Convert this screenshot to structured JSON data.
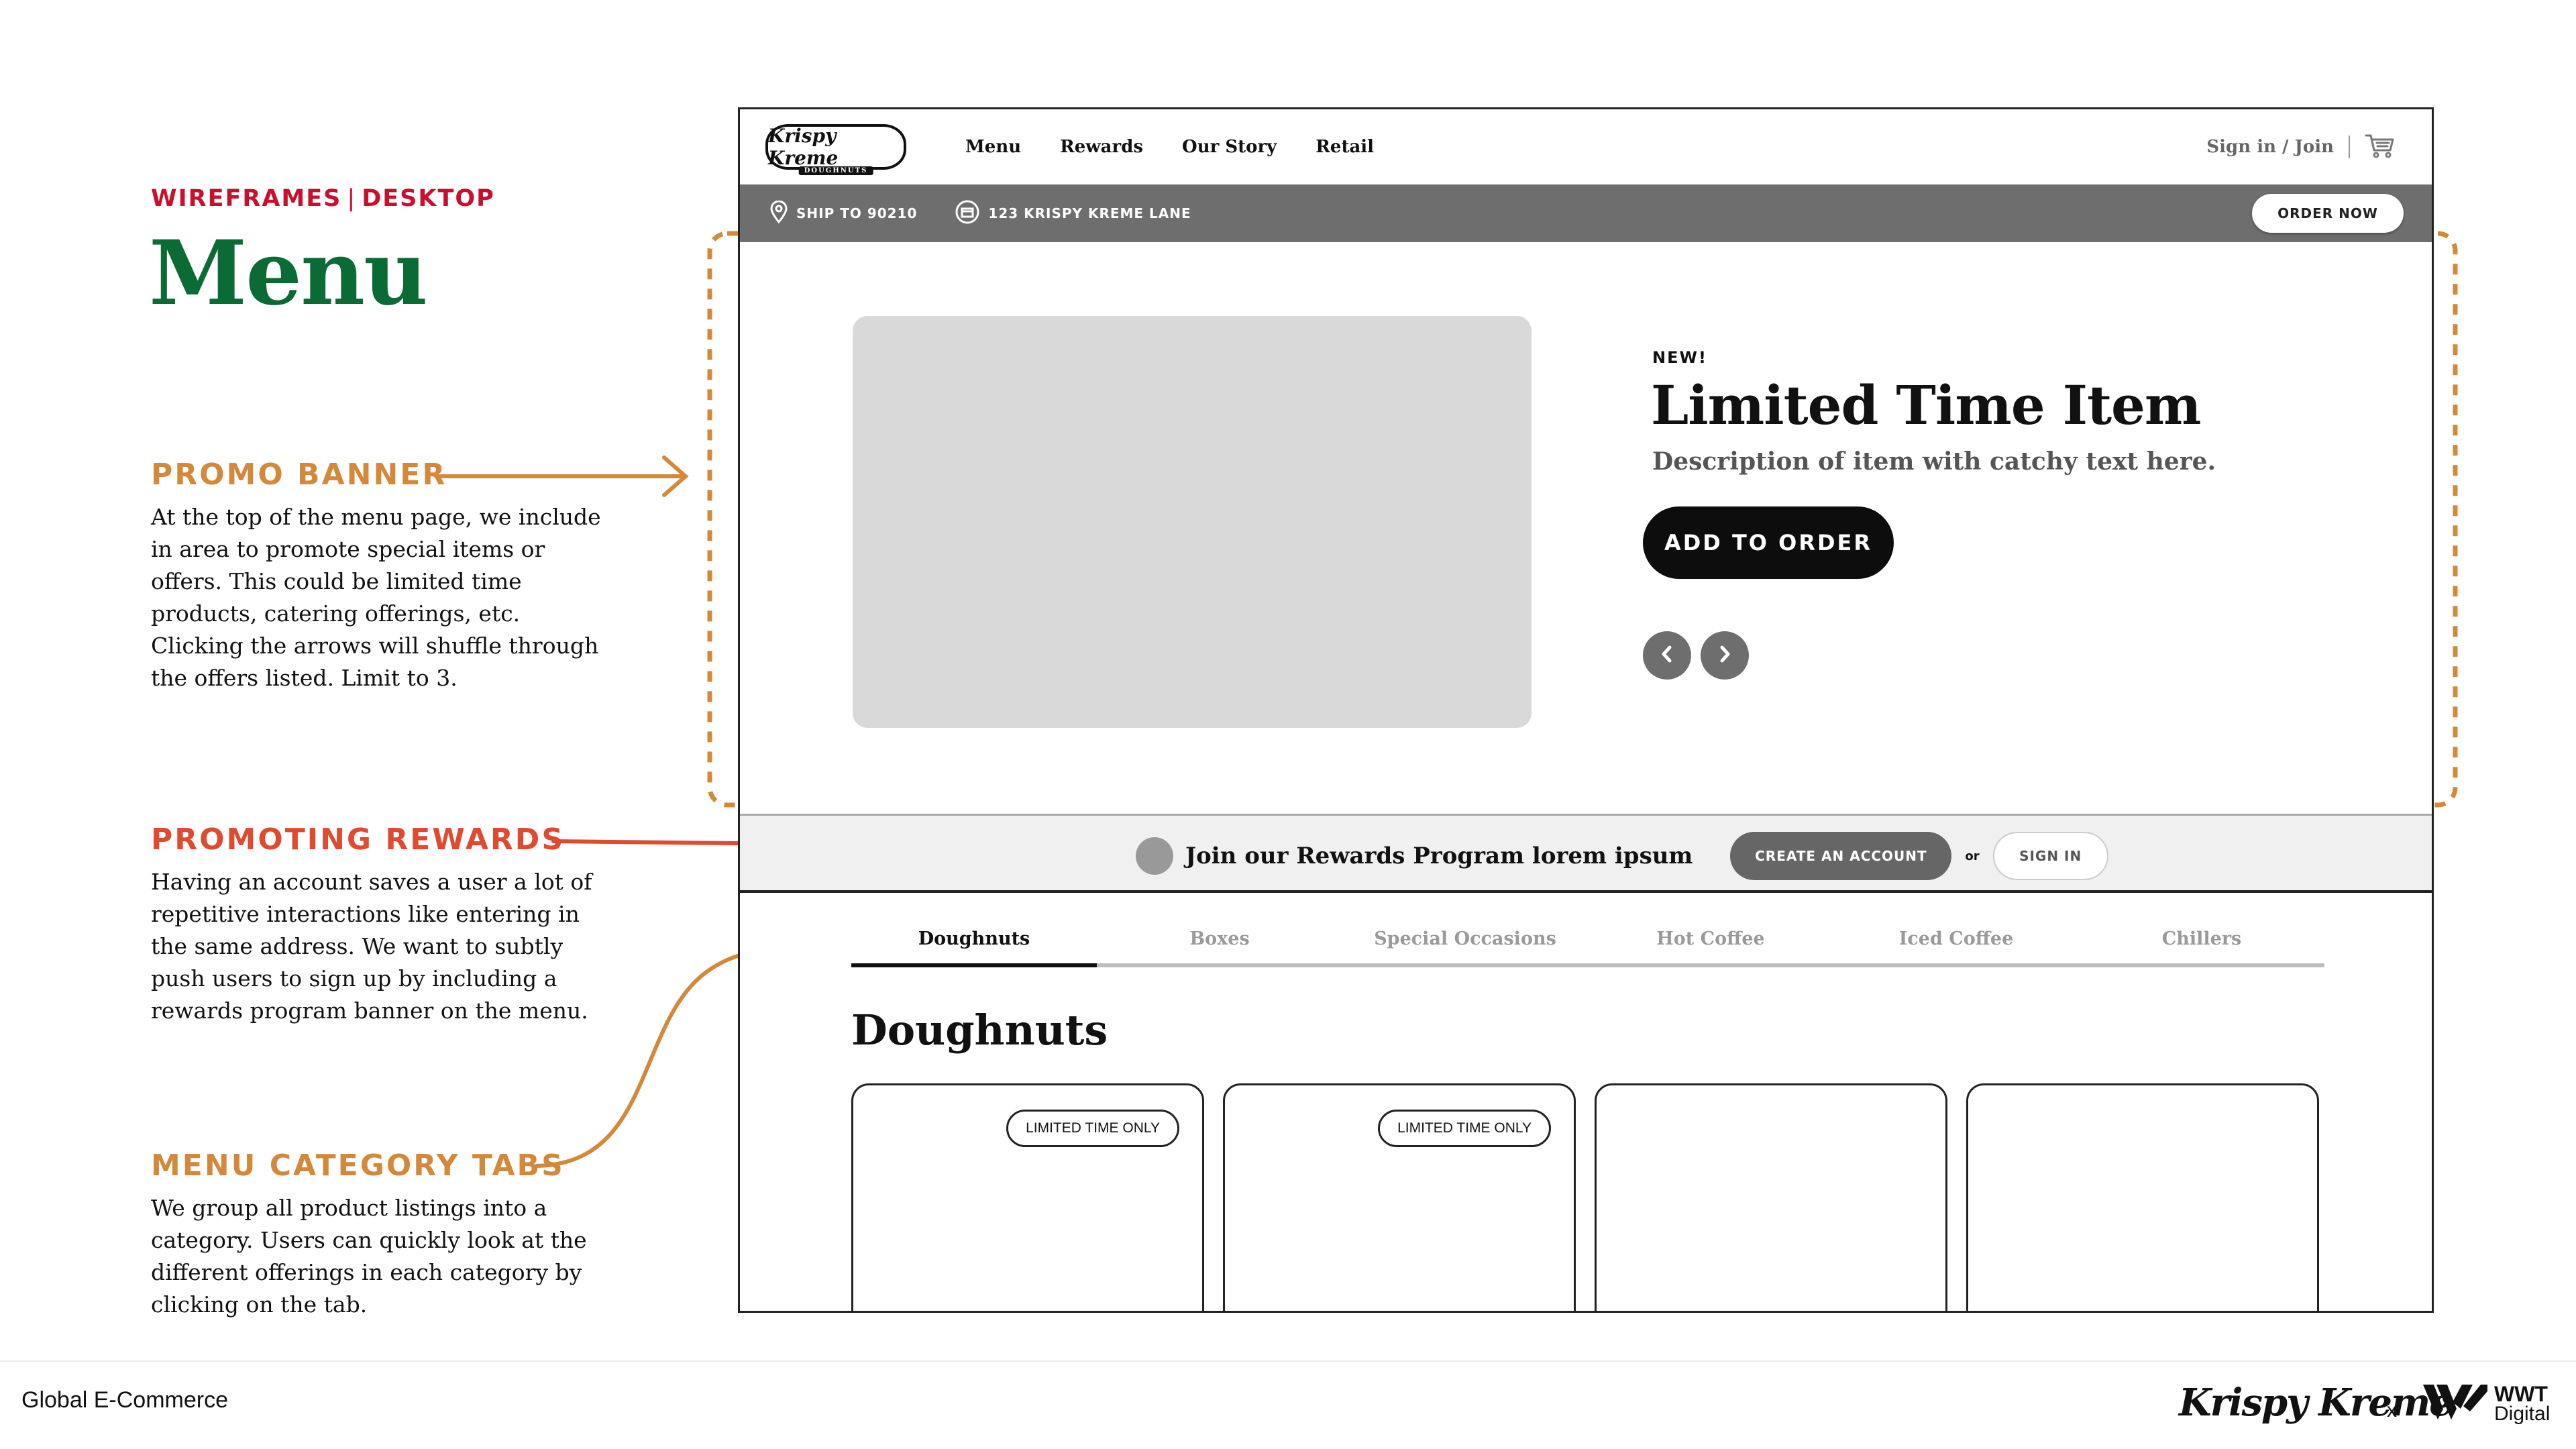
{
  "header": {
    "eyebrow_left": "WIREFRAMES",
    "eyebrow_sep": "|",
    "eyebrow_right": "DESKTOP",
    "title": "Menu"
  },
  "annotations": [
    {
      "title": "PROMO BANNER",
      "body": "At the top of the menu page, we include in area to promote special items or offers. This could be limited time products, catering offerings, etc. Clicking the arrows will shuffle through the offers listed. Limit to 3."
    },
    {
      "title": "PROMOTING REWARDS",
      "body": "Having an account saves a user a lot of repetitive interactions like entering in the same address. We want to subtly push users to sign up by including a rewards program banner on the menu."
    },
    {
      "title": "MENU CATEGORY TABS",
      "body": "We group all product listings into a category. Users can quickly look at the different offerings in each category by clicking on the tab."
    }
  ],
  "wireframe": {
    "nav": {
      "logo": "Krispy Kreme",
      "logo_sub": "DOUGHNUTS",
      "links": [
        "Menu",
        "Rewards",
        "Our Story",
        "Retail"
      ],
      "signin": "Sign in / Join",
      "cart_icon": "cart-icon"
    },
    "subbar": {
      "ship": "SHIP TO 90210",
      "store": "123 KRISPY KREME LANE",
      "order_now": "ORDER NOW"
    },
    "promo": {
      "new_label": "NEW!",
      "title": "Limited Time Item",
      "description": "Description of item with catchy text here.",
      "cta": "ADD TO ORDER"
    },
    "rewards": {
      "text": "Join our Rewards Program lorem ipsum",
      "create": "CREATE AN ACCOUNT",
      "or": "or",
      "signin": "SIGN IN"
    },
    "tabs": [
      "Doughnuts",
      "Boxes",
      "Special Occasions",
      "Hot Coffee",
      "Iced Coffee",
      "Chillers"
    ],
    "active_tab": "Doughnuts",
    "section_title": "Doughnuts",
    "cards": [
      {
        "badge": "LIMITED TIME ONLY"
      },
      {
        "badge": "LIMITED TIME ONLY"
      },
      {
        "badge": ""
      },
      {
        "badge": ""
      }
    ]
  },
  "footer": {
    "label": "Global E-Commerce",
    "brand": "Krispy Kreme",
    "x": "x",
    "partner_line1": "WWT",
    "partner_line2": "Digital"
  },
  "colors": {
    "eyebrow": "#c8102e",
    "title": "#0b6b35",
    "promo_orange": "#d4893a",
    "rewards_red": "#e04a2f",
    "subbar_gray": "#6e6e6e"
  }
}
